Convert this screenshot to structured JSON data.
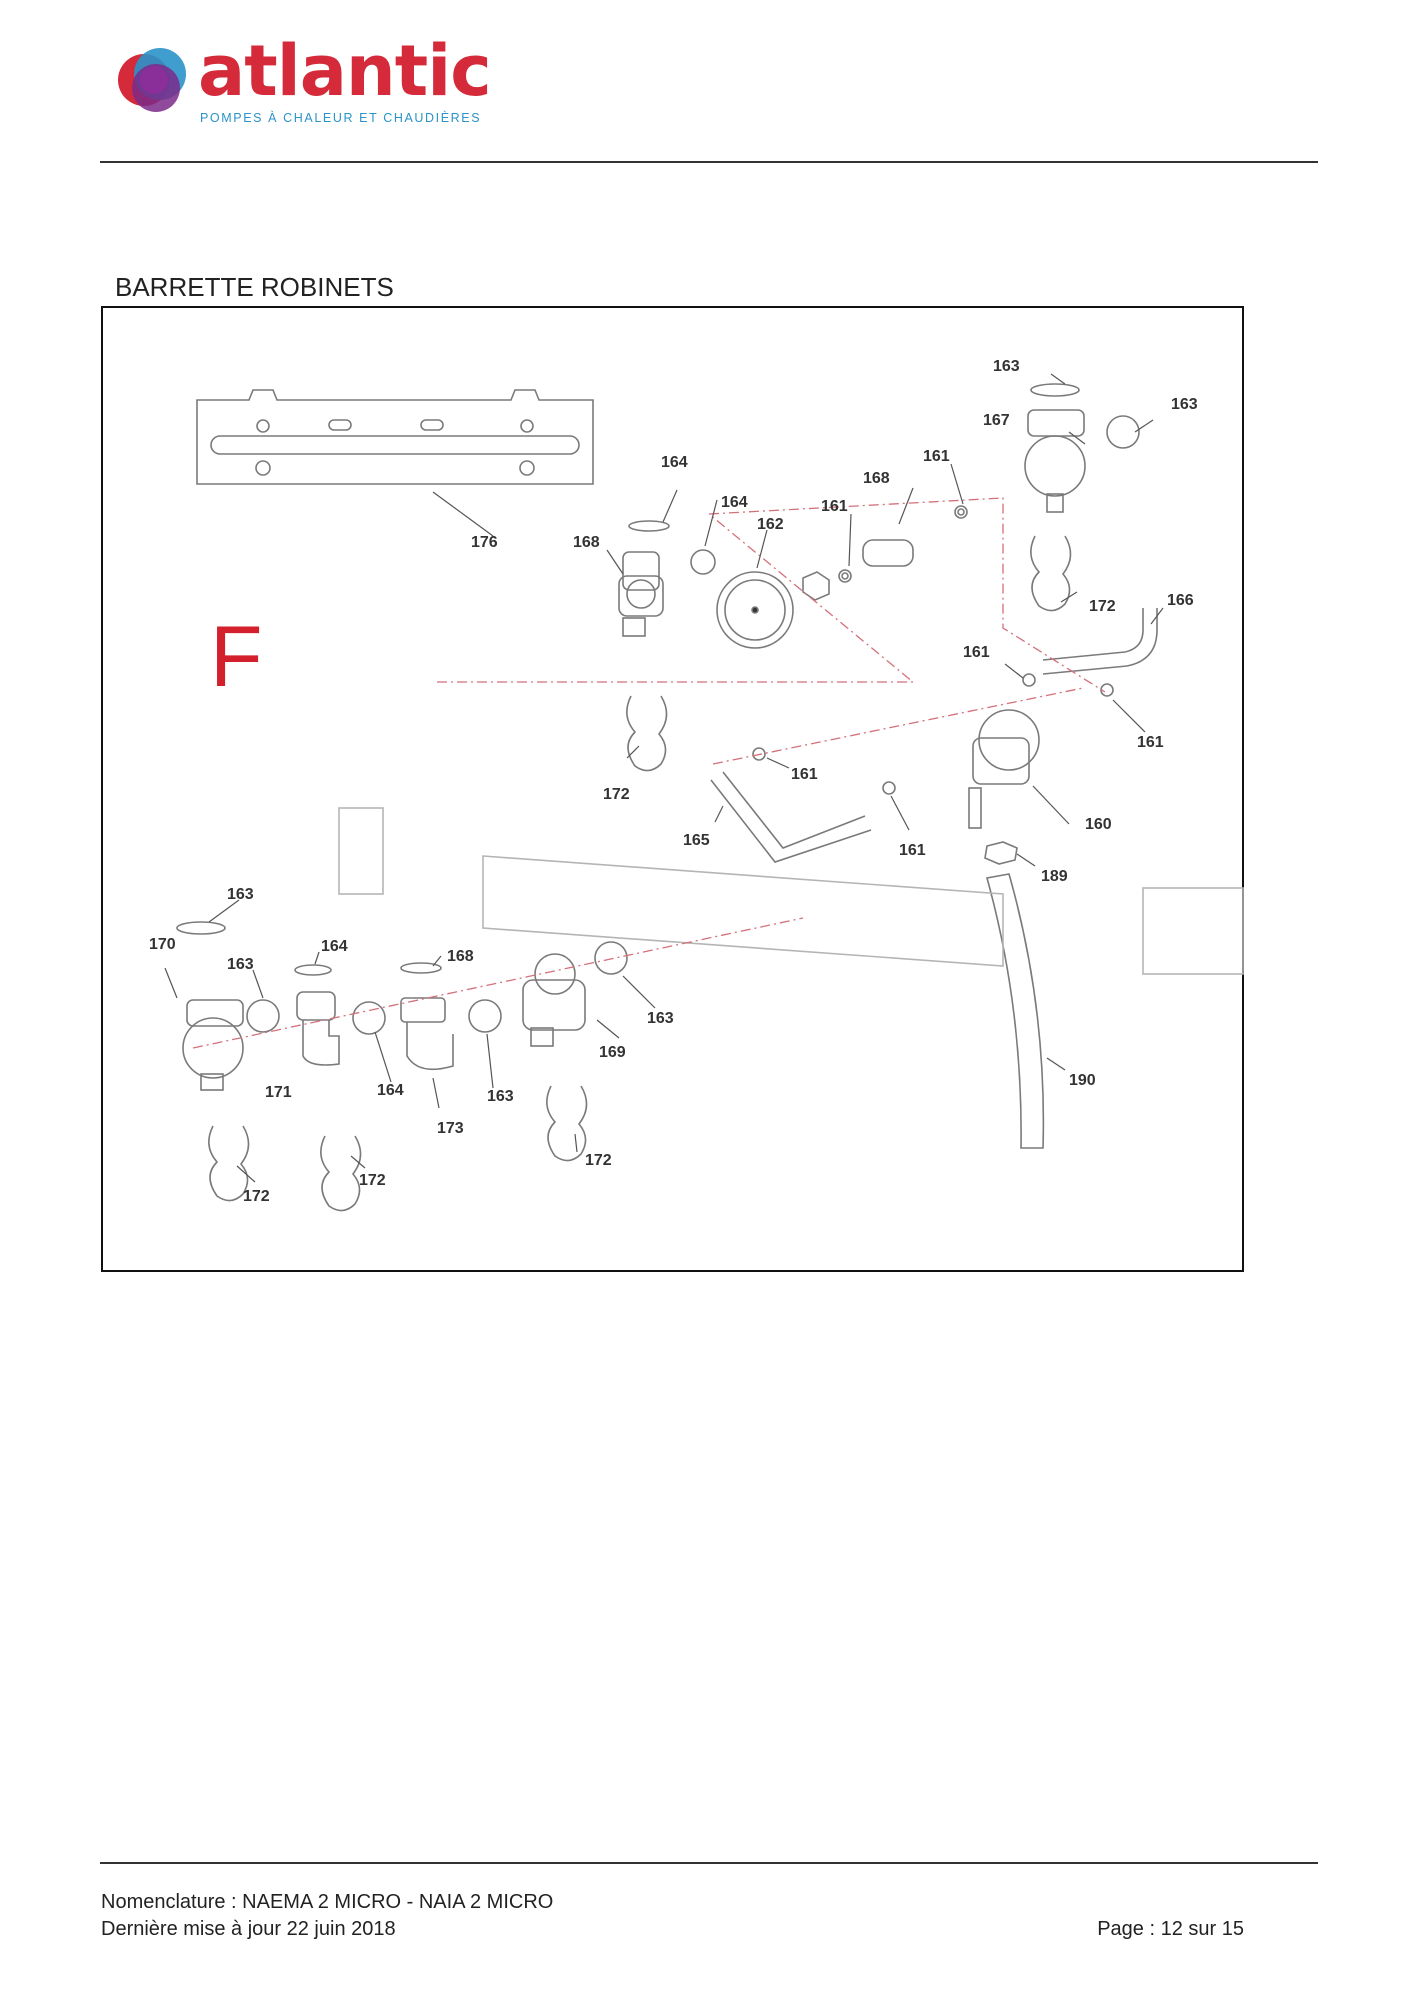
{
  "header": {
    "brand_name": "atlantic",
    "tagline": "POMPES À CHALEUR ET CHAUDIÈRES",
    "colors": {
      "brand_red": "#d42a3a",
      "brand_blue": "#2a93c9",
      "logo_purple": "#7b2a8a"
    }
  },
  "section": {
    "title": "BARRETTE ROBINETS"
  },
  "figure": {
    "letter": "F",
    "letter_color": "#d4202c",
    "callouts": [
      {
        "id": "c1",
        "label": "163"
      },
      {
        "id": "c2",
        "label": "163"
      },
      {
        "id": "c3",
        "label": "167"
      },
      {
        "id": "c4",
        "label": "161"
      },
      {
        "id": "c5",
        "label": "168"
      },
      {
        "id": "c6",
        "label": "164"
      },
      {
        "id": "c7",
        "label": "164"
      },
      {
        "id": "c8",
        "label": "161"
      },
      {
        "id": "c9",
        "label": "162"
      },
      {
        "id": "c10",
        "label": "176"
      },
      {
        "id": "c11",
        "label": "168"
      },
      {
        "id": "c12",
        "label": "172"
      },
      {
        "id": "c13",
        "label": "166"
      },
      {
        "id": "c14",
        "label": "161"
      },
      {
        "id": "c15",
        "label": "172"
      },
      {
        "id": "c16",
        "label": "161"
      },
      {
        "id": "c17",
        "label": "161"
      },
      {
        "id": "c18",
        "label": "165"
      },
      {
        "id": "c19",
        "label": "161"
      },
      {
        "id": "c20",
        "label": "160"
      },
      {
        "id": "c21",
        "label": "189"
      },
      {
        "id": "c22",
        "label": "163"
      },
      {
        "id": "c23",
        "label": "170"
      },
      {
        "id": "c24",
        "label": "163"
      },
      {
        "id": "c25",
        "label": "164"
      },
      {
        "id": "c26",
        "label": "168"
      },
      {
        "id": "c27",
        "label": "163"
      },
      {
        "id": "c28",
        "label": "169"
      },
      {
        "id": "c29",
        "label": "171"
      },
      {
        "id": "c30",
        "label": "164"
      },
      {
        "id": "c31",
        "label": "163"
      },
      {
        "id": "c32",
        "label": "173"
      },
      {
        "id": "c33",
        "label": "190"
      },
      {
        "id": "c34",
        "label": "172"
      },
      {
        "id": "c35",
        "label": "172"
      },
      {
        "id": "c36",
        "label": "172"
      }
    ]
  },
  "footer": {
    "line1": "Nomenclature : NAEMA 2 MICRO - NAIA 2 MICRO",
    "line2": "Dernière mise à jour 22 juin 2018",
    "page": "Page : 12 sur 15"
  }
}
